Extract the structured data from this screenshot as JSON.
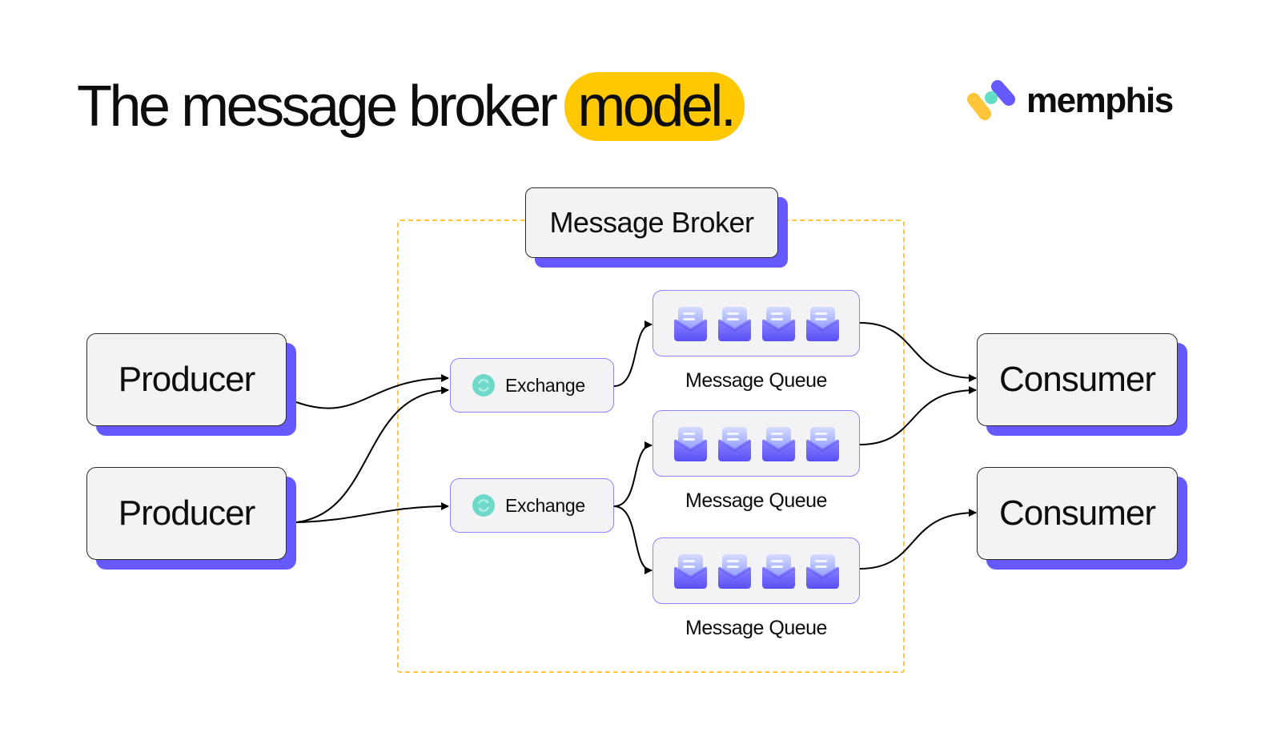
{
  "title": {
    "main": "The message broker",
    "highlight": "model."
  },
  "brand": {
    "name": "memphis",
    "logo_colors": [
      "#ffc63a",
      "#61dfc6",
      "#6659ff"
    ]
  },
  "colors": {
    "accent": "#6659ff",
    "highlight": "#ffc800",
    "dashed_border": "#ffc63a",
    "exchange_icon": "#6ed9c8"
  },
  "broker": {
    "label": "Message Broker"
  },
  "producers": [
    {
      "label": "Producer"
    },
    {
      "label": "Producer"
    }
  ],
  "exchanges": [
    {
      "label": "Exchange",
      "icon": "refresh-icon"
    },
    {
      "label": "Exchange",
      "icon": "refresh-icon"
    }
  ],
  "queues": [
    {
      "label": "Message Queue",
      "messages": 4,
      "icon": "envelope-icon"
    },
    {
      "label": "Message Queue",
      "messages": 4,
      "icon": "envelope-icon"
    },
    {
      "label": "Message Queue",
      "messages": 4,
      "icon": "envelope-icon"
    }
  ],
  "consumers": [
    {
      "label": "Consumer"
    },
    {
      "label": "Consumer"
    }
  ],
  "connections": [
    {
      "from": "producer-1",
      "to": "exchange-1"
    },
    {
      "from": "producer-2",
      "to": "exchange-1"
    },
    {
      "from": "producer-2",
      "to": "exchange-2"
    },
    {
      "from": "exchange-1",
      "to": "queue-1"
    },
    {
      "from": "exchange-2",
      "to": "queue-2"
    },
    {
      "from": "exchange-2",
      "to": "queue-3"
    },
    {
      "from": "queue-1",
      "to": "consumer-1"
    },
    {
      "from": "queue-2",
      "to": "consumer-1"
    },
    {
      "from": "queue-3",
      "to": "consumer-2"
    }
  ]
}
